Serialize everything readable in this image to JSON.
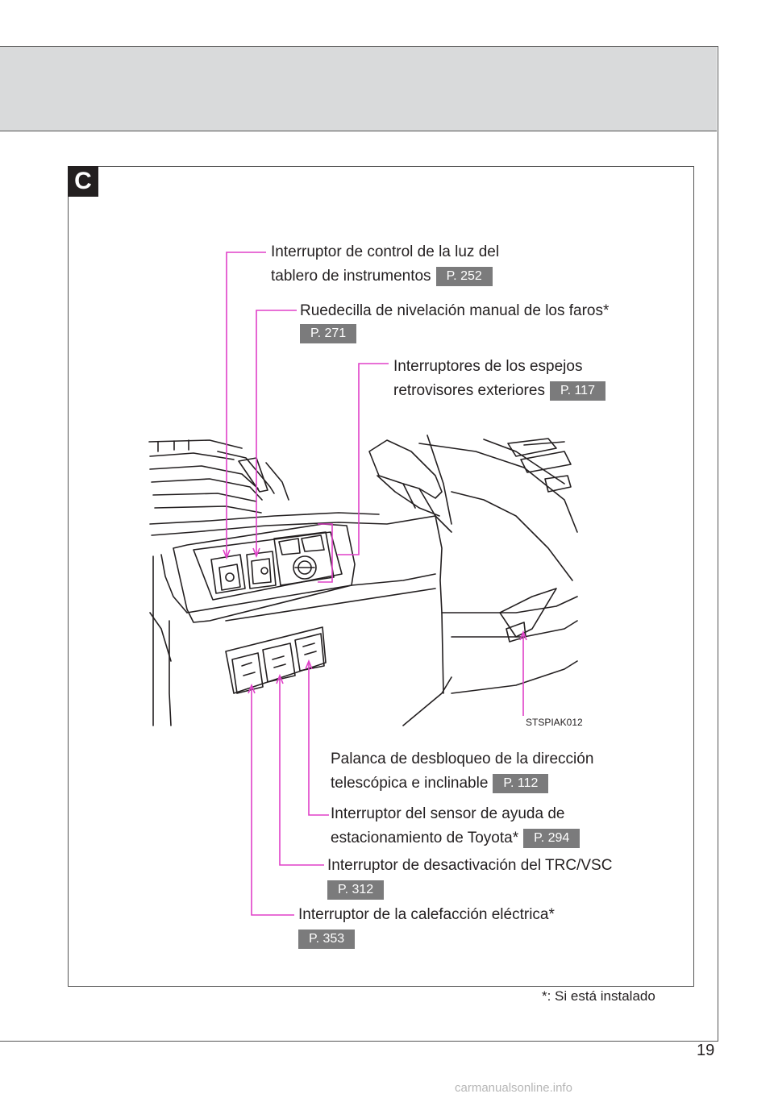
{
  "section": {
    "letter": "C"
  },
  "callouts": {
    "dash_light": {
      "line1": "Interruptor de control de la luz del",
      "line2": "tablero de instrumentos",
      "ref": "P. 252"
    },
    "headlight_leveling": {
      "text": "Ruedecilla de nivelación manual de los faros",
      "asterisk": "*",
      "ref": "P. 271"
    },
    "mirrors": {
      "line1": "Interruptores de los espejos",
      "line2": "retrovisores exteriores",
      "ref": "P. 117"
    },
    "steering_lever": {
      "line1": "Palanca de desbloqueo de la dirección",
      "line2": "telescópica e inclinable",
      "ref": "P. 112"
    },
    "parking_sensor": {
      "line1": "Interruptor del sensor de ayuda de",
      "line2": "estacionamiento de Toyota",
      "asterisk": "*",
      "ref": "P. 294"
    },
    "trc_vsc": {
      "text": "Interruptor de desactivación del TRC/VSC",
      "ref": "P. 312"
    },
    "heater": {
      "text": "Interruptor de la calefacción eléctrica",
      "asterisk": "*",
      "ref": "P. 353"
    }
  },
  "figure_code": "STSPIAK012",
  "footnote": "*: Si está instalado",
  "page_number": "19",
  "watermark": "carmanualsonline.info",
  "colors": {
    "leader_line": "#e040c8",
    "ref_badge": "#7b7b7c",
    "header_band": "#d9dadb"
  }
}
